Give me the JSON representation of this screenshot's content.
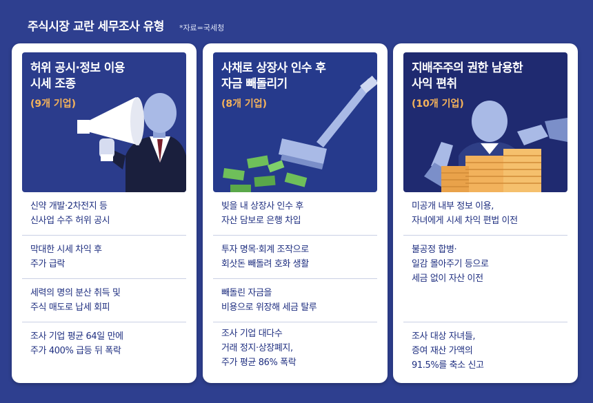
{
  "header": {
    "title": "주식시장 교란 세무조사 유형",
    "source": "*자료=국세청"
  },
  "cards": [
    {
      "title_line1": "허위 공시·정보 이용",
      "title_line2": "시세 조종",
      "count": "(9개 기업)",
      "items": [
        [
          "신약 개발·2차전지 등",
          "신사업 수주 허위 공시"
        ],
        [
          "막대한 시세 차익 후",
          "주가 급락"
        ],
        [
          "세력의 명의 분산 취득 및",
          "주식 매도로 납세 회피"
        ],
        [
          "조사 기업 평균 64일 만에",
          "주가 400% 급등 뒤 폭락"
        ]
      ]
    },
    {
      "title_line1": "사채로 상장사 인수 후",
      "title_line2": "자금 빼돌리기",
      "count": "(8개 기업)",
      "items": [
        [
          "빚을 내 상장사 인수 후",
          "자산 담보로 은행 차입"
        ],
        [
          "투자 명목·회계 조작으로",
          "회삿돈 빼돌려 호화 생활"
        ],
        [
          "빼돌린 자금을",
          "비용으로 위장해 세금 탈루"
        ],
        [
          "조사 기업 대다수",
          "거래 정지·상장폐지,",
          "주가 평균 86% 폭락"
        ]
      ]
    },
    {
      "title_line1": "지배주주의 권한 남용한",
      "title_line2": "사익 편취",
      "count": "(10개 기업)",
      "items": [
        [
          "미공개 내부 정보 이용,",
          "자녀에게 시세 차익 편법 이전"
        ],
        [
          "불공정 합병·",
          "일감 몰아주기 등으로",
          "세금 없이 자산 이전"
        ],
        [
          "조사 대상 자녀들,",
          "증여 재산 가액의",
          "91.5%를 축소 신고"
        ]
      ]
    }
  ],
  "colors": {
    "background": "#2e3f8f",
    "item_text": "#1f2f80",
    "count_text": "#f5b35a"
  },
  "icons": [
    "megaphone-icon",
    "vacuum-cleaner-icon",
    "money-stack-icon"
  ]
}
